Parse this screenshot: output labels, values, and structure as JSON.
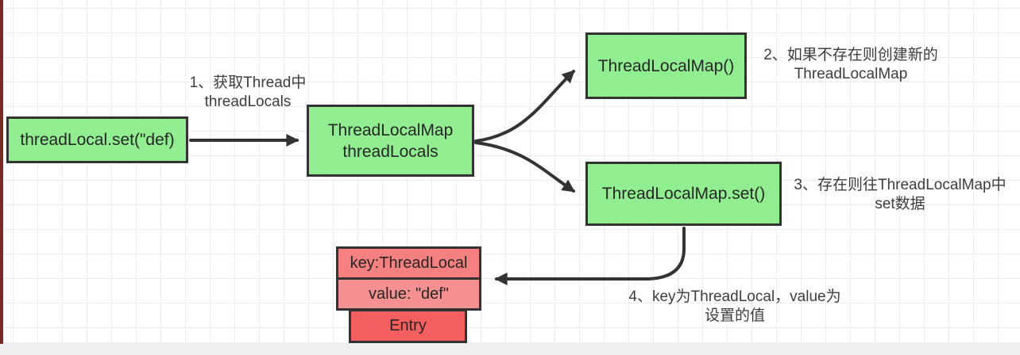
{
  "colors": {
    "background": "#ffffff",
    "grid_line": "#ececec",
    "bottom_band": "#f0f0f2",
    "left_bar": "#7a2a24",
    "box_green": "#90ee90",
    "box_border": "#333333",
    "entry_key_fill": "#f48080",
    "entry_value_fill": "#f59090",
    "entry_fill": "#f55f5f",
    "arrow": "#333333",
    "text_dark": "#262626",
    "annotation_text": "#3d3d3d"
  },
  "nodes": {
    "thread_local_set": {
      "label": "threadLocal.set(\"def)"
    },
    "thread_local_map": {
      "line1": "ThreadLocalMap",
      "line2": "threadLocals"
    },
    "thread_local_map_new": {
      "label": "ThreadLocalMap()"
    },
    "thread_local_map_set": {
      "label": "ThreadLocalMap.set()"
    }
  },
  "entry": {
    "key": "key:ThreadLocal",
    "value": "value: \"def\"",
    "label": "Entry"
  },
  "annotations": {
    "step1": {
      "line1": "1、获取Thread中",
      "line2": "threadLocals"
    },
    "step2": {
      "line1": "2、如果不存在则创建新的",
      "line2": "ThreadLocalMap"
    },
    "step3": {
      "line1": "3、存在则往ThreadLocalMap中",
      "line2": "set数据"
    },
    "step4": {
      "line1": "4、key为ThreadLocal，value为",
      "line2": "设置的值"
    }
  }
}
